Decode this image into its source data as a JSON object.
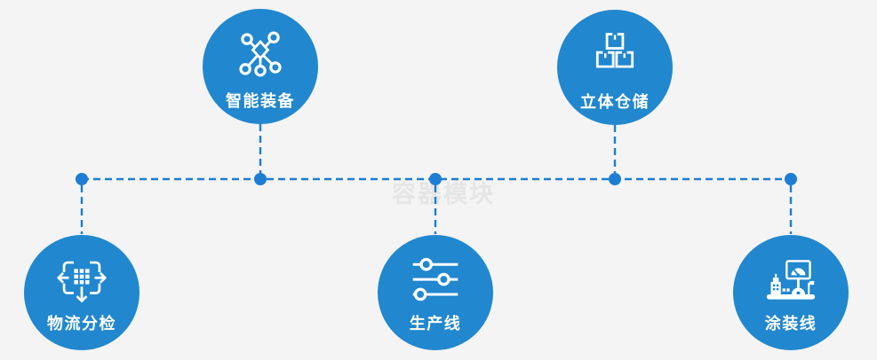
{
  "diagram": {
    "watermark_text": "容器模块",
    "nodes": [
      {
        "label": "智能装备",
        "icon": "network-nodes-icon"
      },
      {
        "label": "立体仓储",
        "icon": "stacked-boxes-icon"
      },
      {
        "label": "物流分检",
        "icon": "sorting-arrows-icon"
      },
      {
        "label": "生产线",
        "icon": "sliders-icon"
      },
      {
        "label": "涂装线",
        "icon": "painting-machine-icon"
      }
    ]
  },
  "colors": {
    "background": "#f4f4f4",
    "circle": "#2187ce",
    "connector": "#1d7dd2",
    "label_text": "#ffffff",
    "watermark": "#d9d9d9"
  }
}
